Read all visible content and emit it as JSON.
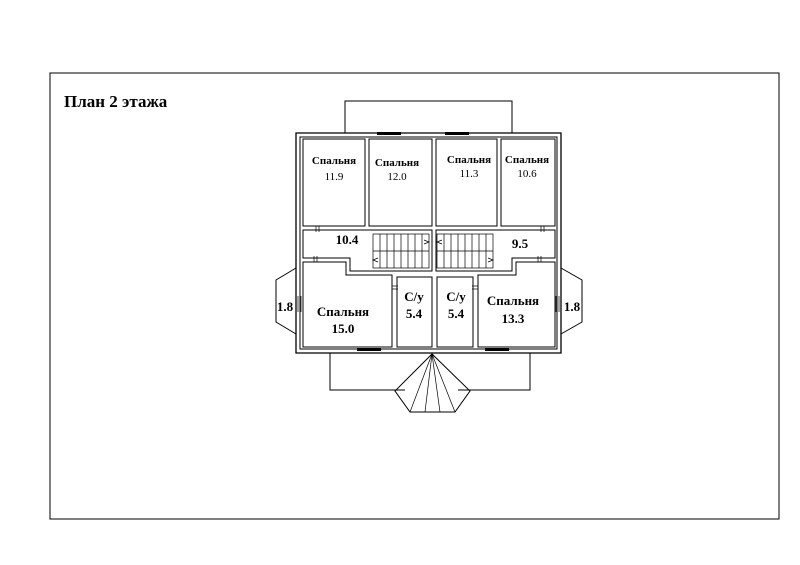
{
  "title": "План 2 этажа",
  "rooms": {
    "bedroom_top_1": {
      "label": "Спальня",
      "area": "11.9"
    },
    "bedroom_top_2": {
      "label": "Спальня",
      "area": "12.0"
    },
    "bedroom_top_3": {
      "label": "Спальня",
      "area": "11.3"
    },
    "bedroom_top_4": {
      "label": "Спальня",
      "area": "10.6"
    },
    "hall_left": {
      "area": "10.4"
    },
    "hall_right": {
      "area": "9.5"
    },
    "bedroom_bottom_left": {
      "label": "Спальня",
      "area": "15.0"
    },
    "bath_left": {
      "label": "С/у",
      "area": "5.4"
    },
    "bath_right": {
      "label": "С/у",
      "area": "5.4"
    },
    "bedroom_bottom_right": {
      "label": "Спальня",
      "area": "13.3"
    },
    "bay_left": {
      "area": "1.8"
    },
    "bay_right": {
      "area": "1.8"
    }
  }
}
